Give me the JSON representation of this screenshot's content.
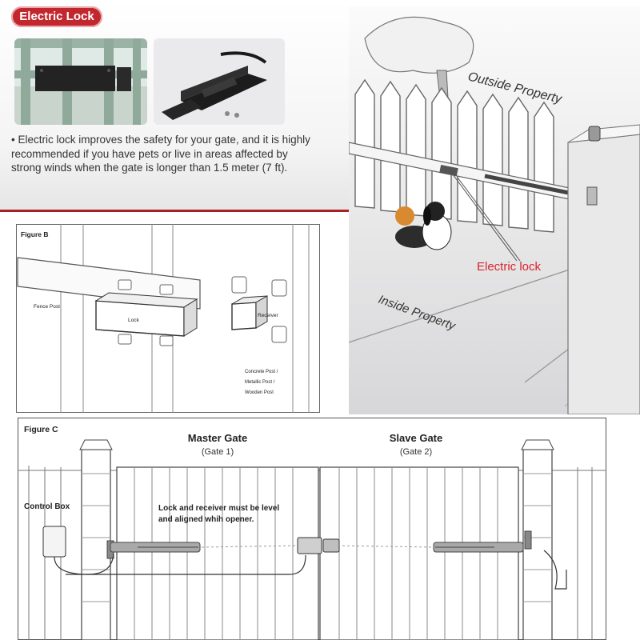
{
  "header": {
    "badge_label": "Electric Lock"
  },
  "description": "• Electric lock improves the safety for your gate, and it is highly recommended if you have pets or live in areas affected by strong winds when the gate is longer than 1.5 meter (7 ft).",
  "scene": {
    "outside_label": "Outside Property",
    "inside_label": "Inside Property",
    "lock_label": "Electric lock",
    "accent_color": "#d9232e"
  },
  "figure_b": {
    "title": "Figure B",
    "fence_post": "Fence Post",
    "lock": "Lock",
    "receiver": "Receiver",
    "post_line1": "Concrete Post /",
    "post_line2": "Metallic Post /",
    "post_line3": "Wooden Post"
  },
  "figure_c": {
    "title": "Figure C",
    "master_gate": "Master Gate",
    "master_gate_sub": "(Gate 1)",
    "slave_gate": "Slave Gate",
    "slave_gate_sub": "(Gate 2)",
    "control_box": "Control Box",
    "note_line1": "Lock and receiver must be level",
    "note_line2": "and aligned whih opener."
  }
}
